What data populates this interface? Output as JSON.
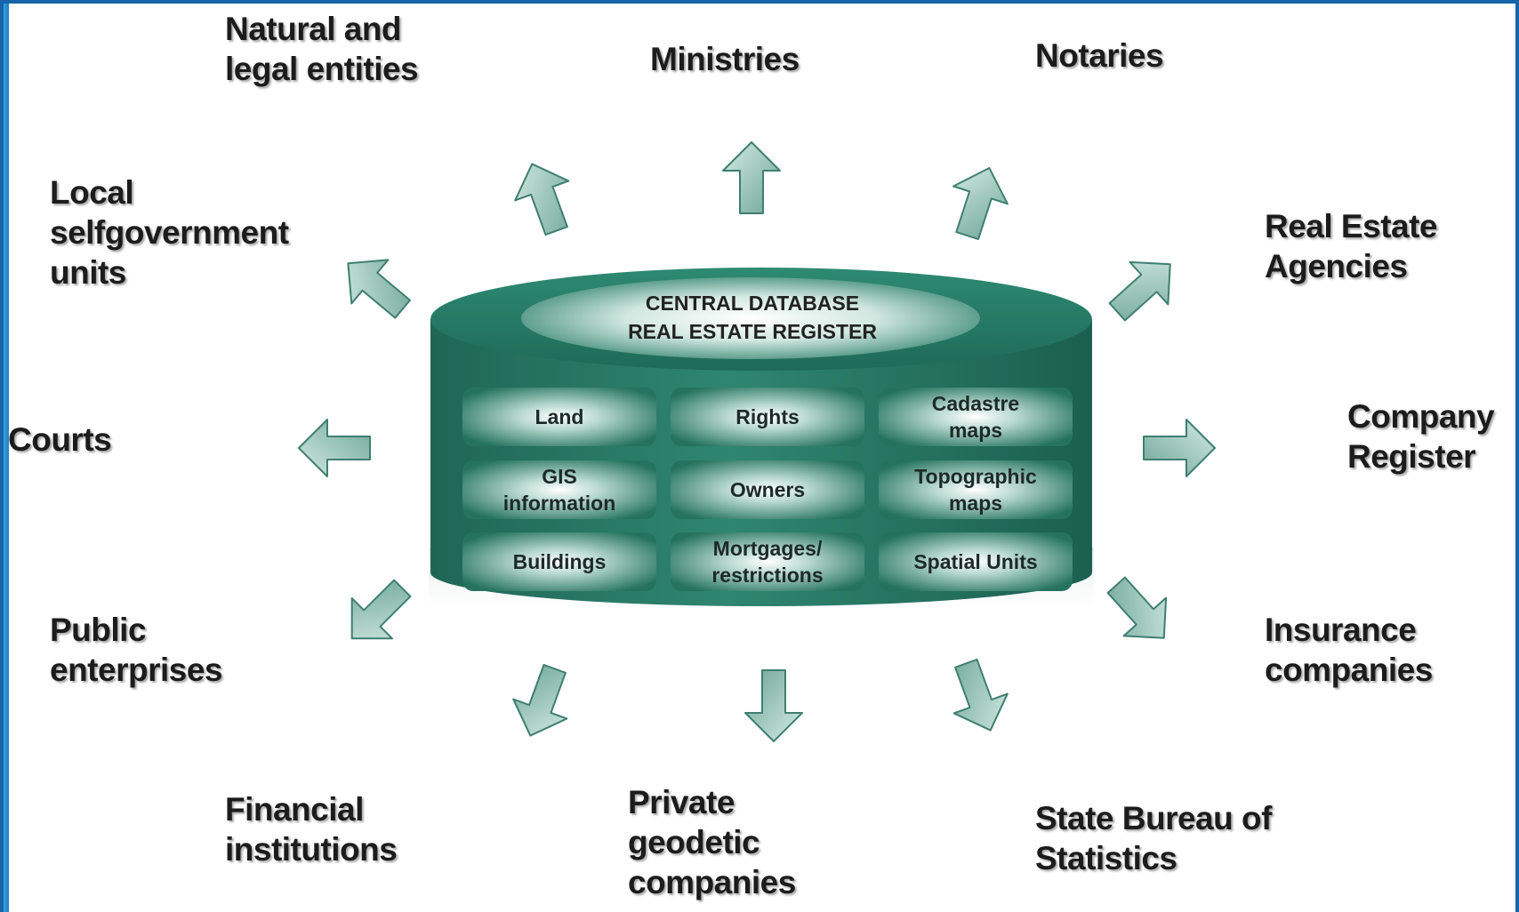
{
  "database": {
    "title_line1": "CENTRAL DATABASE",
    "title_line2": "REAL ESTATE REGISTER",
    "cells": [
      [
        "Land"
      ],
      [
        "Rights"
      ],
      [
        "Cadastre",
        "maps"
      ],
      [
        "GIS",
        "information"
      ],
      [
        "Owners"
      ],
      [
        "Topographic",
        "maps"
      ],
      [
        "Buildings"
      ],
      [
        "Mortgages/",
        "restrictions"
      ],
      [
        "Spatial Units"
      ]
    ]
  },
  "entities": {
    "natural_legal": [
      "Natural and",
      "legal entities"
    ],
    "ministries": [
      "Ministries"
    ],
    "notaries": [
      "Notaries"
    ],
    "local_selfgov": [
      "Local",
      "selfgovernment",
      "units"
    ],
    "real_estate_agencies": [
      "Real Estate",
      "Agencies"
    ],
    "courts": [
      "Courts"
    ],
    "company_register": [
      "Company",
      "Register"
    ],
    "public_enterprises": [
      "Public",
      "enterprises"
    ],
    "insurance_companies": [
      "Insurance",
      "companies"
    ],
    "financial_institutions": [
      "Financial",
      "institutions"
    ],
    "private_geodetic": [
      "Private",
      "geodetic",
      "companies"
    ],
    "state_bureau": [
      "State Bureau of",
      "Statistics"
    ]
  },
  "colors": {
    "frame_border": "#1565a8",
    "database_teal": "#24735f",
    "arrow_fill": "#8cbdb1",
    "arrow_stroke": "#3f7f70"
  }
}
